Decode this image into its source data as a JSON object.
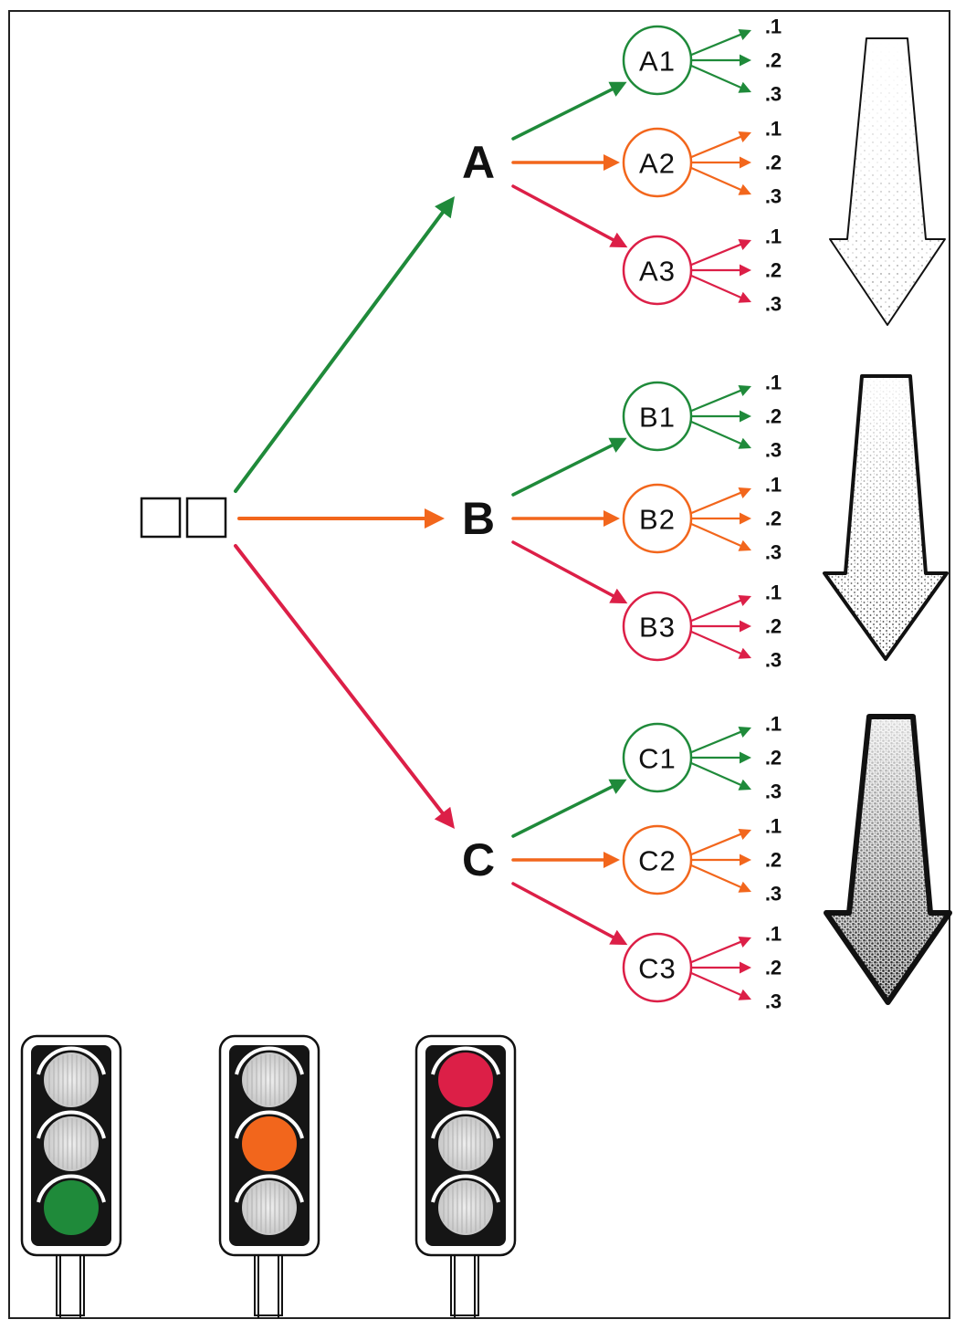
{
  "colors": {
    "green": "#1f8a3a",
    "orange": "#f2661c",
    "red": "#dc1f47",
    "ink": "#111111",
    "housing": "#151515",
    "off_lamp": "#d8d8d8"
  },
  "root": {
    "icon": "two-empty-squares"
  },
  "branch_colors": [
    "green",
    "orange",
    "red"
  ],
  "levels": [
    {
      "label": "A",
      "children": [
        {
          "label": "A1",
          "leaves": [
            ".1",
            ".2",
            ".3"
          ]
        },
        {
          "label": "A2",
          "leaves": [
            ".1",
            ".2",
            ".3"
          ]
        },
        {
          "label": "A3",
          "leaves": [
            ".1",
            ".2",
            ".3"
          ]
        }
      ]
    },
    {
      "label": "B",
      "children": [
        {
          "label": "B1",
          "leaves": [
            ".1",
            ".2",
            ".3"
          ]
        },
        {
          "label": "B2",
          "leaves": [
            ".1",
            ".2",
            ".3"
          ]
        },
        {
          "label": "B3",
          "leaves": [
            ".1",
            ".2",
            ".3"
          ]
        }
      ]
    },
    {
      "label": "C",
      "children": [
        {
          "label": "C1",
          "leaves": [
            ".1",
            ".2",
            ".3"
          ]
        },
        {
          "label": "C2",
          "leaves": [
            ".1",
            ".2",
            ".3"
          ]
        },
        {
          "label": "C3",
          "leaves": [
            ".1",
            ".2",
            ".3"
          ]
        }
      ]
    }
  ],
  "side_arrows": [
    {
      "name": "down-arrow-light",
      "shading": "light"
    },
    {
      "name": "down-arrow-medium",
      "shading": "medium"
    },
    {
      "name": "down-arrow-dark",
      "shading": "dark"
    }
  ],
  "traffic_lights": [
    {
      "name": "traffic-light-green",
      "lit": "green"
    },
    {
      "name": "traffic-light-orange",
      "lit": "orange"
    },
    {
      "name": "traffic-light-red",
      "lit": "red"
    }
  ]
}
